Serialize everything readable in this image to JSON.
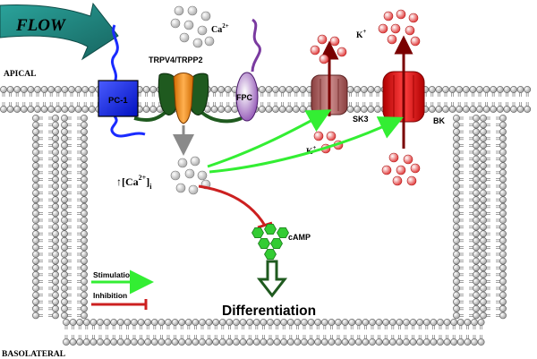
{
  "diagram": {
    "flow_label": "FLOW",
    "apical_label": "APICAL",
    "basolateral_label": "BASOLATERAL",
    "pc1_label": "PC-1",
    "trpv4_label": "TRPV4/TRPP2",
    "fpc_label": "FPC",
    "calcium_label": "Ca",
    "calcium_charge": "2+",
    "sk3_label": "SK3",
    "bk_label": "BK",
    "k_top": "K",
    "k_top_charge": "+",
    "k_sk3": "K",
    "k_sk3_charge": "+",
    "intracellular_ca_prefix": "↑[Ca",
    "intracellular_ca_charge": "2+",
    "intracellular_ca_bracket": "]",
    "intracellular_ca_sub": "i",
    "camp_label": "cAMP",
    "differentiation_label": "Differentiation",
    "legend_stimulation": "Stimulation",
    "legend_inhibition": "Inhibition",
    "colors": {
      "flow_arrow": "#1f8a84",
      "pc1": "#1a2bff",
      "trpv4": "#f58b1f",
      "trpp2": "#1f5a1f",
      "fpc": "#7a3aa0",
      "sk3": "#b06060",
      "bk": "#e01818",
      "stimulation": "#33ee33",
      "inhibition": "#cc2020",
      "camp": "#33cc33",
      "differentiation_arrow": "#1f5a1f"
    }
  }
}
